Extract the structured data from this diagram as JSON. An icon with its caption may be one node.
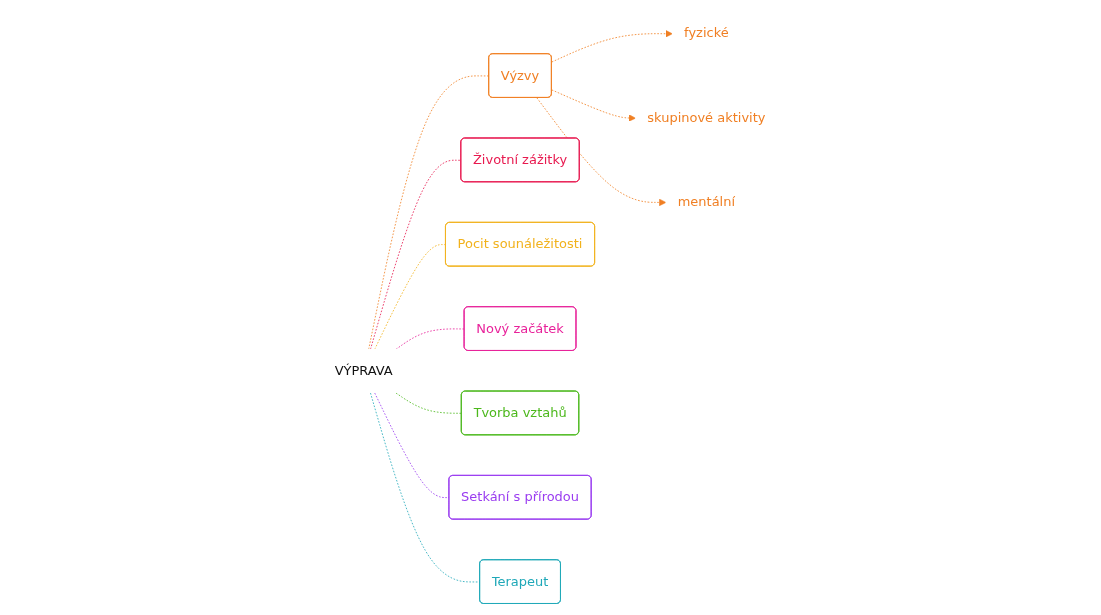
{
  "diagram": {
    "nodes": [
      {
        "text": [
          "VÝPRAVA"
        ]
      },
      {
        "text": [
          "Výzvy"
        ]
      },
      {
        "text": [
          "fyzické"
        ]
      },
      {
        "text": [
          "skupinové aktivity"
        ]
      },
      {
        "text": [
          "mentální"
        ]
      },
      {
        "text": [
          "Životní zážitky"
        ]
      },
      {
        "text": [
          "Pocit sounáležitosti"
        ]
      },
      {
        "text": [
          "Nový začátek"
        ]
      },
      {
        "text": [
          "Tvorba vztahů"
        ]
      },
      {
        "text": [
          "Setkání s přírodou"
        ]
      },
      {
        "text": [
          "Terapeut"
        ]
      }
    ],
    "edges": [
      {
        "from": 0,
        "to": 1,
        "arrow": "none",
        "style": "dashed",
        "color": "#f07f23"
      },
      {
        "from": 1,
        "to": 2,
        "arrow": "to",
        "style": "dashed",
        "color": "#f07f23"
      },
      {
        "from": 1,
        "to": 3,
        "arrow": "to",
        "style": "dashed",
        "color": "#f07f23"
      },
      {
        "from": 1,
        "to": 4,
        "arrow": "to",
        "style": "dashed",
        "color": "#f07f23"
      },
      {
        "from": 0,
        "to": 5,
        "arrow": "none",
        "style": "dashed",
        "color": "#e8194f"
      },
      {
        "from": 0,
        "to": 6,
        "arrow": "none",
        "style": "dashed",
        "color": "#f2b21c"
      },
      {
        "from": 0,
        "to": 7,
        "arrow": "none",
        "style": "dashed",
        "color": "#e8219a"
      },
      {
        "from": 0,
        "to": 8,
        "arrow": "none",
        "style": "dashed",
        "color": "#4cb81c"
      },
      {
        "from": 0,
        "to": 9,
        "arrow": "none",
        "style": "dashed",
        "color": "#9a3cf0"
      },
      {
        "from": 0,
        "to": 10,
        "arrow": "none",
        "style": "dashed",
        "color": "#1fa8b8"
      }
    ]
  }
}
